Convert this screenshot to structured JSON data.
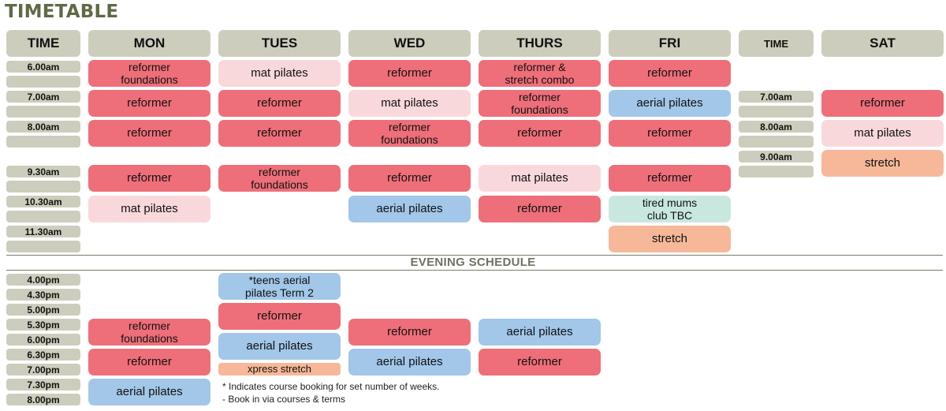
{
  "title": "TIMETABLE",
  "headers": {
    "time": "TIME",
    "mon": "MON",
    "tues": "TUES",
    "wed": "WED",
    "thurs": "THURS",
    "fri": "FRI",
    "time2": "TIME",
    "sat": "SAT"
  },
  "morning_times": [
    "6.00am",
    "",
    "7.00am",
    "",
    "8.00am",
    "",
    "9.30am",
    "",
    "10.30am",
    "",
    "11.30am",
    ""
  ],
  "sat_times": [
    "7.00am",
    "",
    "8.00am",
    "",
    "9.00am",
    ""
  ],
  "classes": {
    "mon": [
      "reformer\nfoundations",
      "reformer",
      "reformer",
      "reformer",
      "mat pilates"
    ],
    "tues": [
      "mat pilates",
      "reformer",
      "reformer",
      "reformer\nfoundations"
    ],
    "wed": [
      "reformer",
      "mat pilates",
      "reformer\nfoundations",
      "reformer",
      "aerial pilates"
    ],
    "thurs": [
      "reformer &\nstretch combo",
      "reformer\nfoundations",
      "reformer",
      "mat pilates",
      "reformer"
    ],
    "fri": [
      "reformer",
      "aerial pilates",
      "reformer",
      "reformer",
      "tired mums\nclub TBC",
      "stretch"
    ],
    "sat": [
      "reformer",
      "mat pilates",
      "stretch"
    ]
  },
  "evening_title": "EVENING SCHEDULE",
  "evening_times": [
    "4.00pm",
    "4.30pm",
    "5.00pm",
    "5.30pm",
    "6.00pm",
    "6.30pm",
    "7.00pm",
    "7.30pm",
    "8.00pm"
  ],
  "evening_classes": {
    "mon": [
      "reformer\nfoundations",
      "reformer",
      "aerial pilates"
    ],
    "tues": [
      "*teens aerial\npilates Term 2",
      "reformer",
      "aerial pilates",
      "xpress stretch"
    ],
    "wed": [
      "reformer",
      "aerial pilates"
    ],
    "thurs": [
      "aerial pilates",
      "reformer"
    ]
  },
  "notes": [
    "* Indicates course booking for set number of weeks.",
    "- Book in via courses & terms"
  ],
  "colors": {
    "header_bg": "#cdcdbd",
    "reformer": "#ee6f79",
    "mat_pilates": "#f9d8dc",
    "aerial": "#a2c7e9",
    "tired_mums": "#c8e8df",
    "stretch": "#f6b898",
    "title": "#5e6a45"
  }
}
